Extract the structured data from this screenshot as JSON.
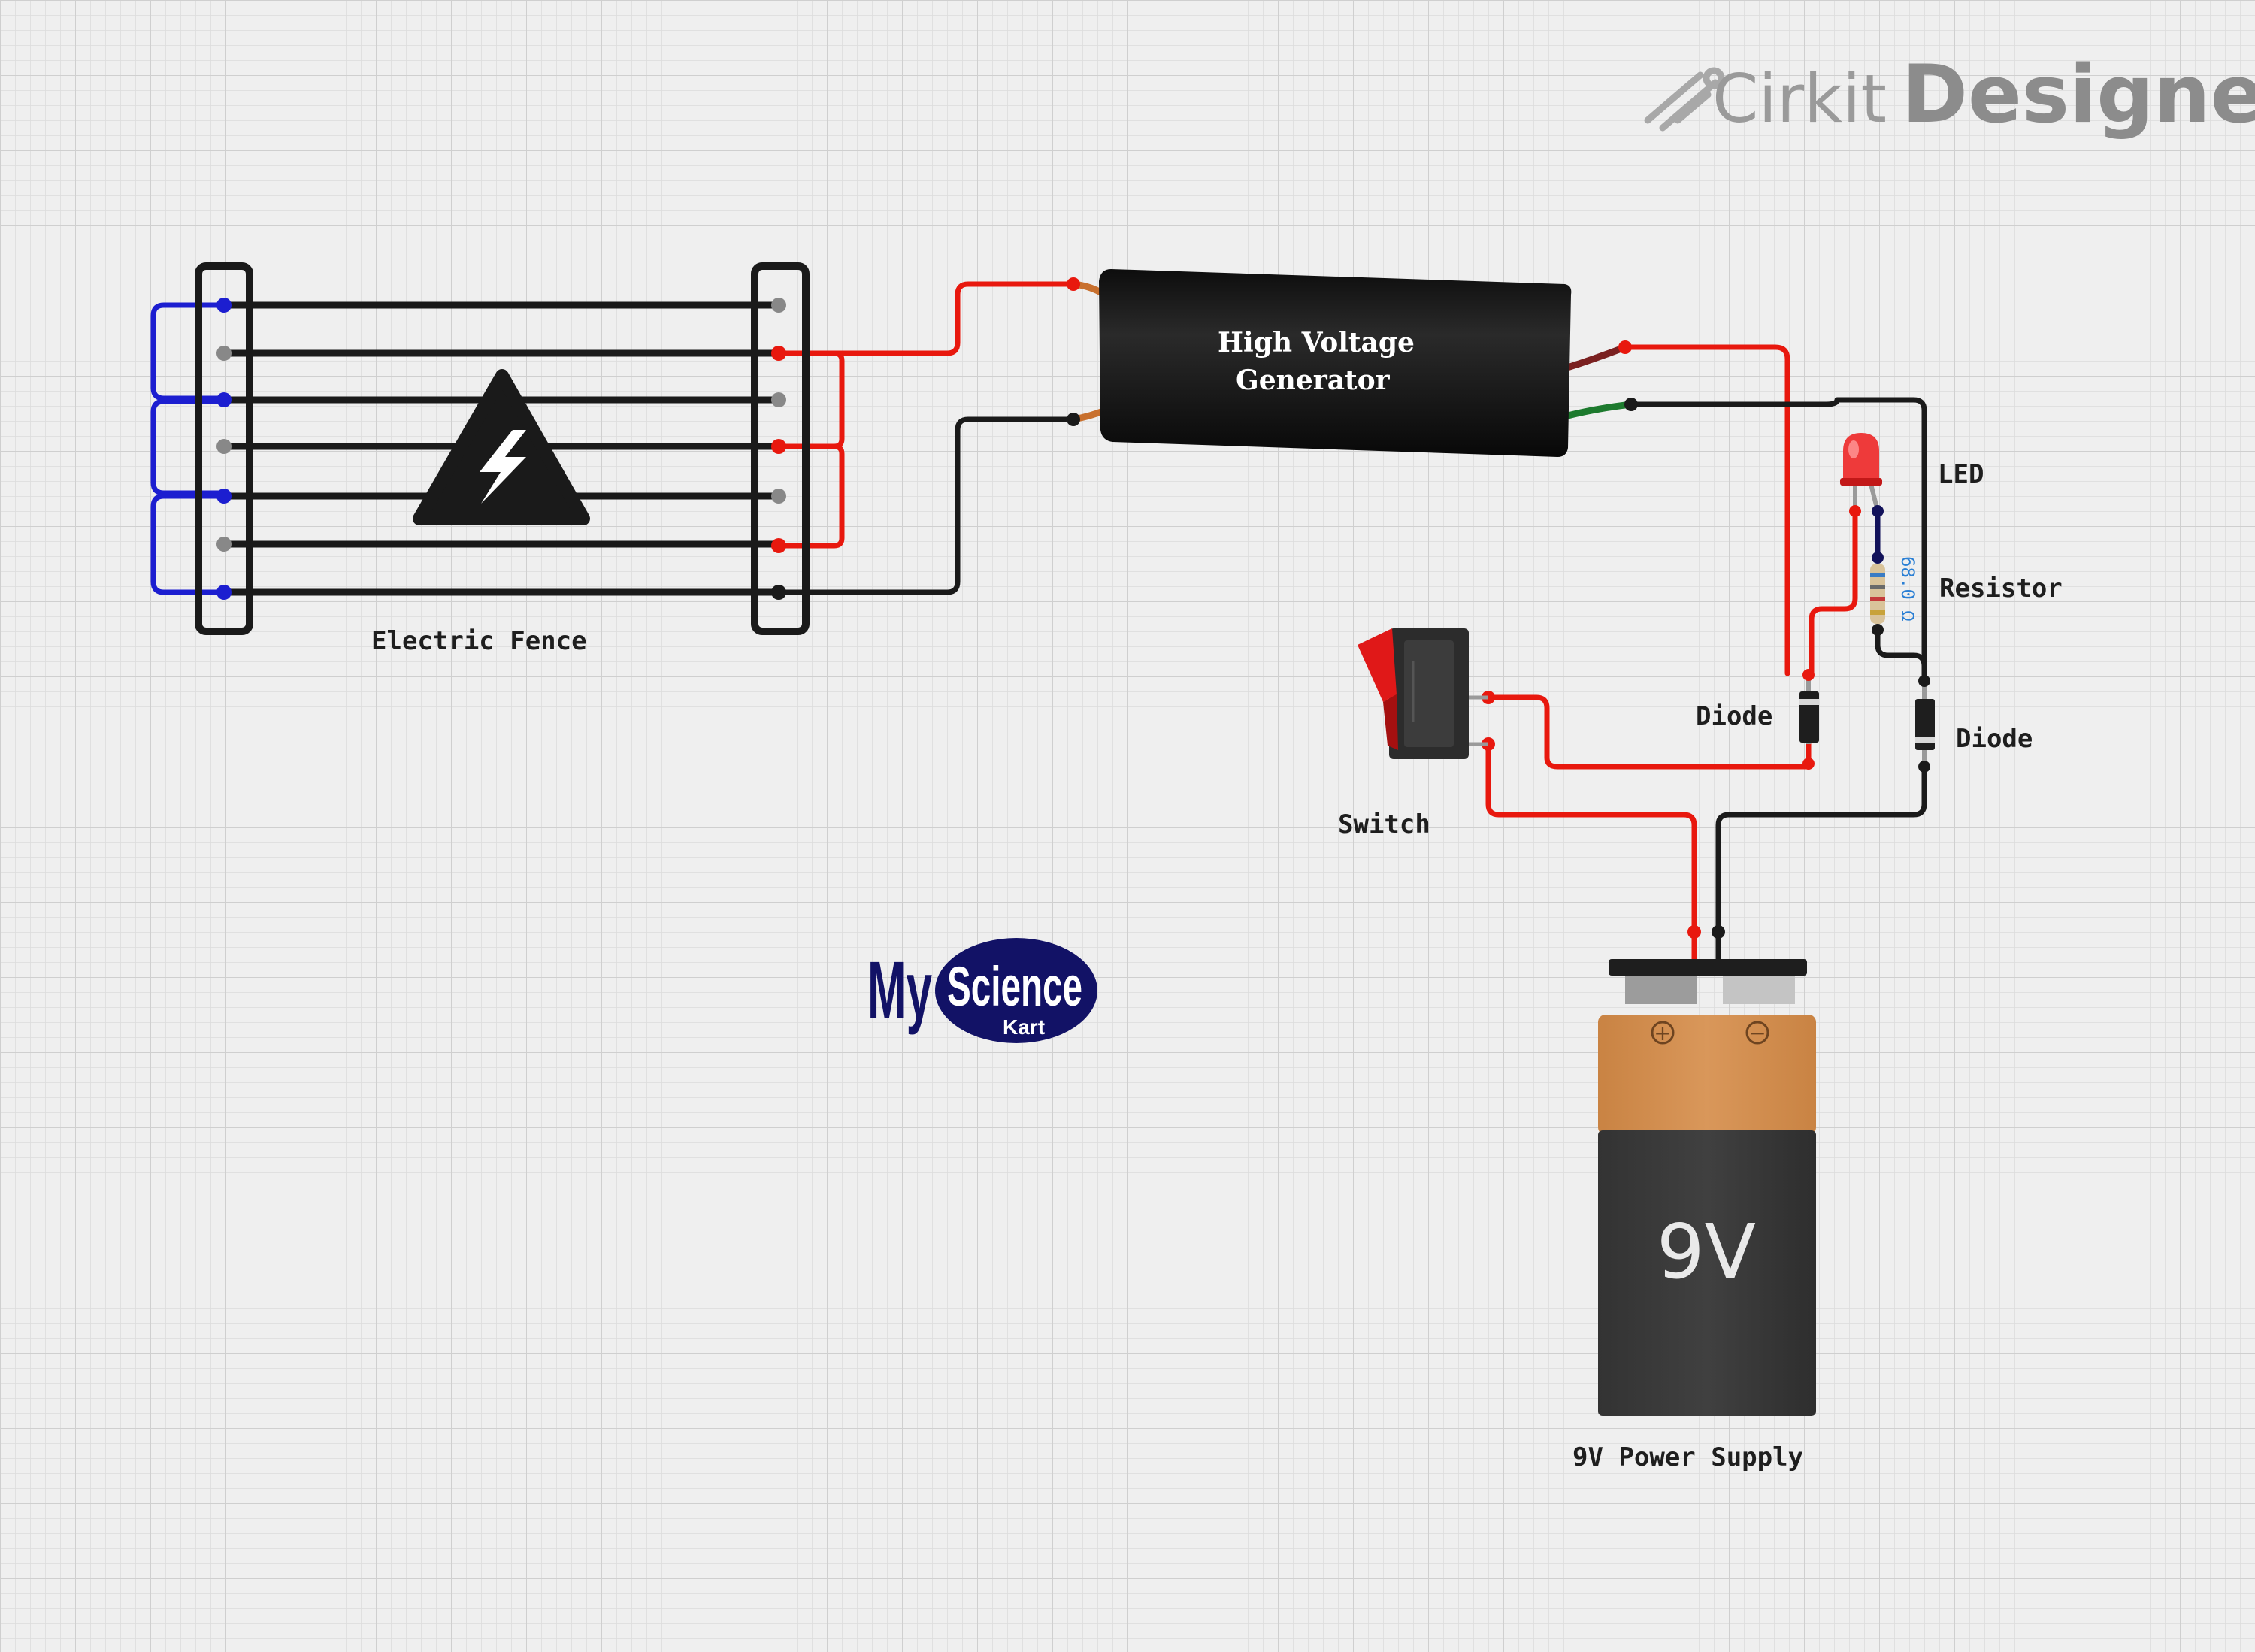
{
  "brand": {
    "prefix": "Cirkit",
    "name": "Designer"
  },
  "labels": {
    "fence": "Electric Fence",
    "generator_line1": "High Voltage",
    "generator_line2": "Generator",
    "led": "LED",
    "resistor": "Resistor",
    "resistor_code": "68.0 Ω",
    "diode_left": "Diode",
    "diode_right": "Diode",
    "switch": "Switch",
    "power_supply": "9V Power Supply",
    "battery_voltage": "9V",
    "battery_plus": "+",
    "battery_minus": "−"
  },
  "logo": {
    "my": "My",
    "science": "Science",
    "kart": "Kart"
  },
  "colors": {
    "wire_red": "#e8180e",
    "wire_black": "#1a1a1a",
    "wire_blue": "#1c1ed0",
    "grid": "#d9d9d9",
    "battery_top": "#d48e4d",
    "battery_body": "#3a3a3a"
  }
}
